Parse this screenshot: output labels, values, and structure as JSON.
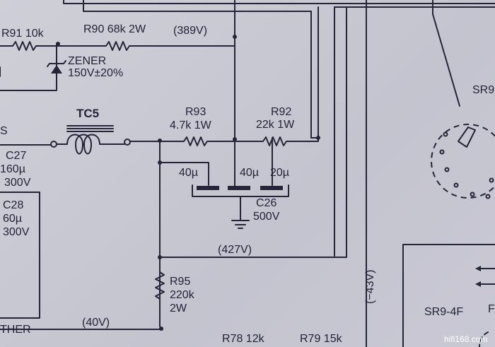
{
  "labels": {
    "r91": "R91 10k",
    "r90": "R90 68k 2W",
    "v389": "(389V)",
    "zener_name": "ZENER",
    "zener_value": "150V±20%",
    "tc5": "TC5",
    "r93_name": "R93",
    "r93_value": "4.7k 1W",
    "r92_name": "R92",
    "r92_value": "22k 1W",
    "s_partial": "S",
    "c27_name": "C27",
    "c27_cap": "160µ",
    "c27_volt": "300V",
    "c28_name": "C28",
    "c28_cap": "60µ",
    "c28_volt": "300V",
    "c26_cap1": "40µ",
    "c26_cap2": "40µ",
    "c26_cap3": "20µ",
    "c26_name": "C26",
    "c26_volt": "500V",
    "v427": "(427V)",
    "r95_name": "R95",
    "r95_value": "220k",
    "r95_power": "2W",
    "ther": "THER",
    "v40": "(40V)",
    "v43": "(−43V)",
    "r78": "R78 12k",
    "r79": "R79 15k",
    "sr9": "SR9",
    "sr9_4f": "SR9-4F",
    "f_partial": "F"
  },
  "watermark": "hifi168.com"
}
